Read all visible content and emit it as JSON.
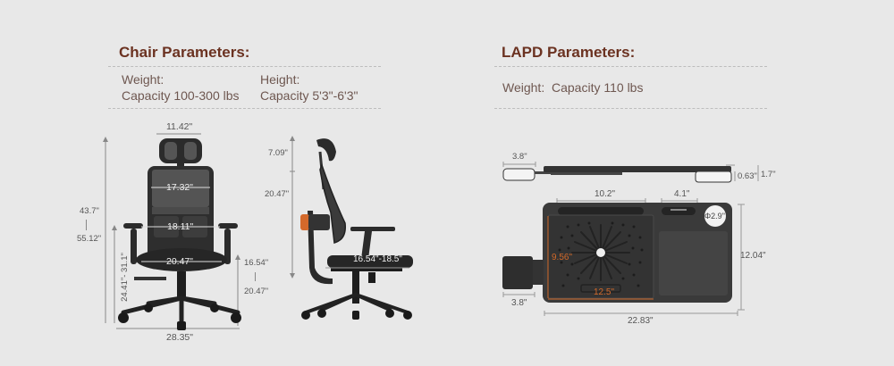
{
  "chair": {
    "title": "Chair Parameters:",
    "weight_label": "Weight:",
    "weight_value": "Capacity 100-300 lbs",
    "height_label": "Height:",
    "height_value": "Capacity 5'3\"-6'3\"",
    "front_view": {
      "headrest_width": "11.42\"",
      "back_width": "17.32\"",
      "lumbar_width": "18.11\"",
      "seat_width": "20.47\"",
      "total_height_min": "43.7\"",
      "total_height_max": "55.12\"",
      "armrest_height": "24.41\"- 31.1\"",
      "seat_height_min": "16.54\"",
      "seat_height_max": "20.47\"",
      "base_width": "28.35\""
    },
    "side_view": {
      "headrest_height": "7.09\"",
      "back_height": "20.47\"",
      "seat_depth": "16.54\"-18.5\""
    }
  },
  "lapd": {
    "title": "LAPD Parameters:",
    "weight_label": "Weight:",
    "weight_value": "Capacity 110 lbs",
    "side_view": {
      "cup_width": "3.8\"",
      "thickness_inner": "0.63\"",
      "thickness_outer": "1.7\""
    },
    "top_view": {
      "slot_width": "10.2\"",
      "small_slot_width": "4.1\"",
      "cup_diameter": "Φ2.9\"",
      "depth": "12.04\"",
      "laptop_area_height": "9.56\"",
      "laptop_area_width": "12.5\"",
      "cup_holder_width": "3.8\"",
      "total_width": "22.83\""
    }
  },
  "colors": {
    "background": "#e8e8e8",
    "title": "#6b3221",
    "text": "#6e5750",
    "accent_orange": "#d2692a",
    "product_dark": "#3a3a3a"
  }
}
